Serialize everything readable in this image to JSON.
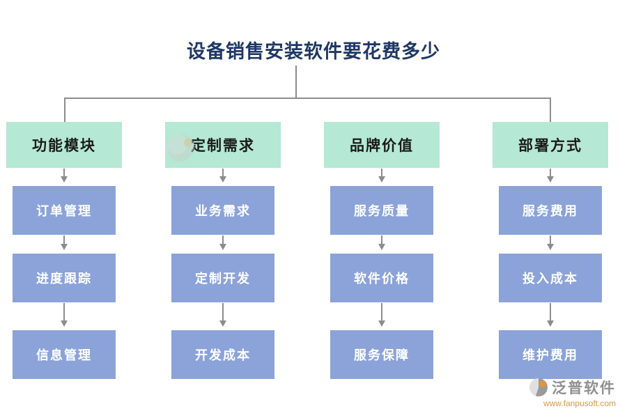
{
  "title": "设备销售安装软件要花费多少",
  "columns": [
    {
      "header": "功能模块",
      "items": [
        "订单管理",
        "进度跟踪",
        "信息管理"
      ]
    },
    {
      "header": "定制需求",
      "items": [
        "业务需求",
        "定制开发",
        "开发成本"
      ]
    },
    {
      "header": "品牌价值",
      "items": [
        "服务质量",
        "软件价格",
        "服务保障"
      ]
    },
    {
      "header": "部署方式",
      "items": [
        "服务费用",
        "投入成本",
        "维护费用"
      ]
    }
  ],
  "watermark": {
    "brand": "泛普软件",
    "url": "www.fanpusoft.com"
  },
  "colors": {
    "title_text": "#1f3864",
    "header_bg": "#b5e8d5",
    "node_bg": "#8ba3d8",
    "node_text": "#ffffff",
    "line": "#8c8c8c"
  }
}
